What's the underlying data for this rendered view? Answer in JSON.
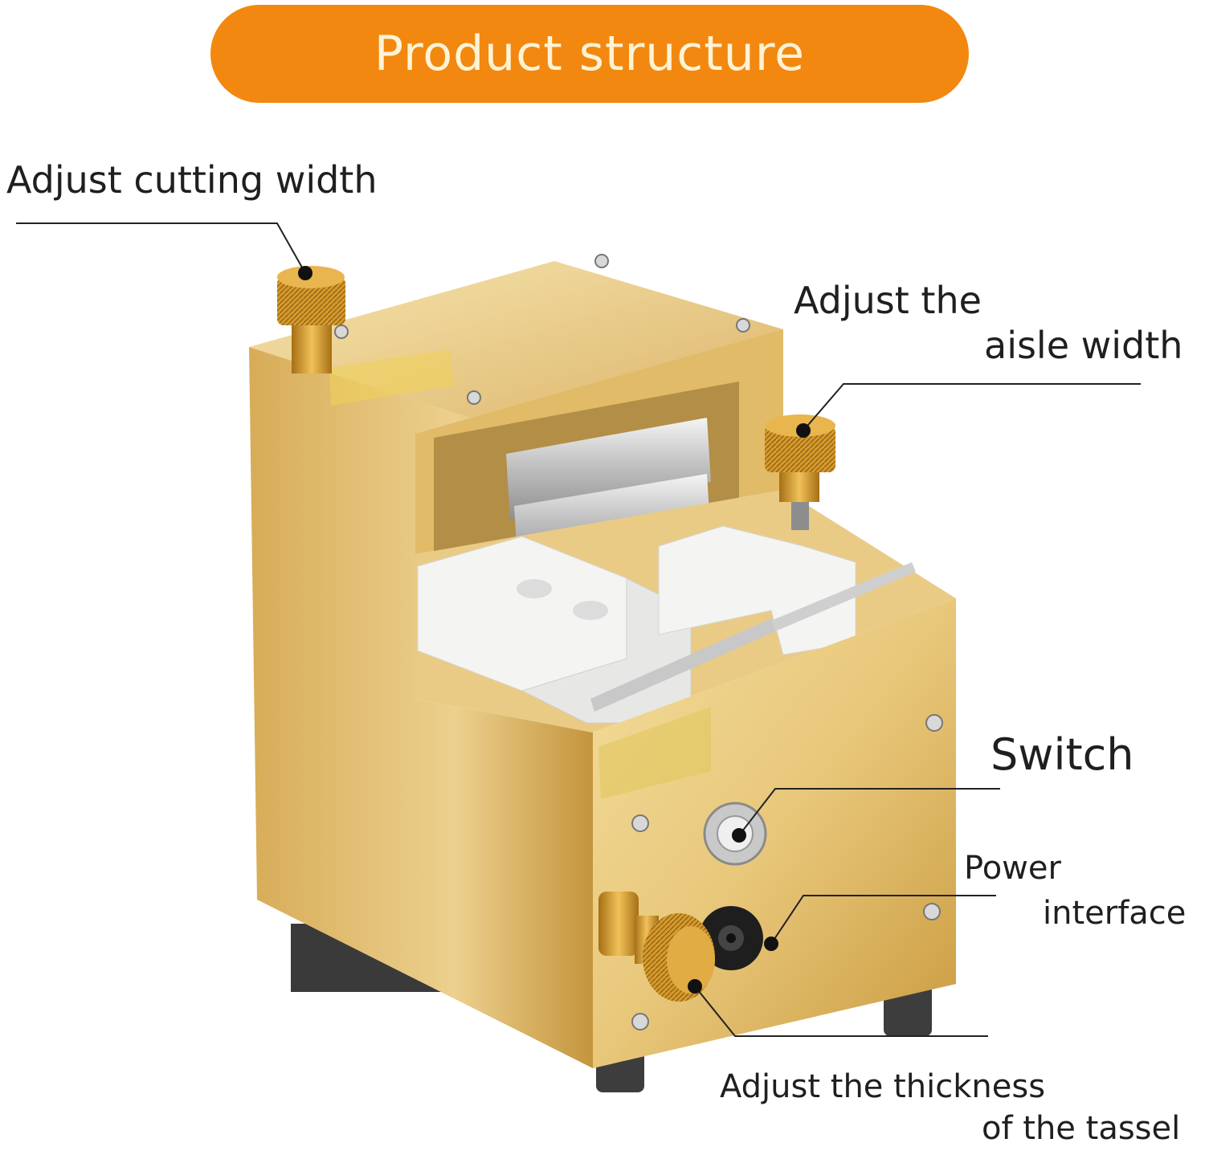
{
  "title": "Product structure",
  "callouts": {
    "cutting_width": "Adjust cutting width",
    "aisle_width_line1": "Adjust the",
    "aisle_width_line2": "aisle width",
    "switch": "Switch",
    "power_line1": "Power",
    "power_line2": "interface",
    "thickness_line1": "Adjust the thickness",
    "thickness_line2": "of the tassel"
  },
  "colors": {
    "pill": "#f2880f",
    "pill_text": "#fff3d6",
    "gold_body": "#e8c77a",
    "gold_dark": "#b88a2e",
    "white_block": "#f4f4f2",
    "leader_line": "#222222"
  }
}
